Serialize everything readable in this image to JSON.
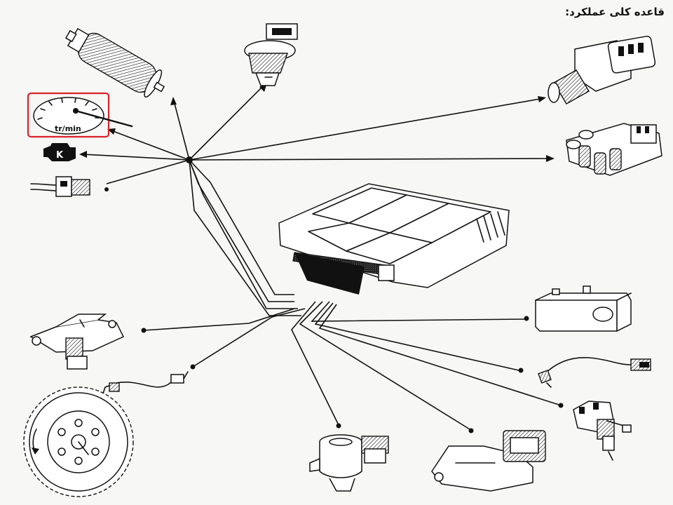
{
  "title": "قاعده کلی عملکرد:",
  "gauge": {
    "unit_label": "tr/min",
    "needle_level": 0.45
  },
  "colors": {
    "ink": "#111111",
    "paper": "#f7f7f5",
    "highlight": "#d8232a"
  },
  "icons": [
    "fuel-pump-icon",
    "injector-icon",
    "idle-valve-icon",
    "ignition-coil-icon",
    "tachometer-icon",
    "engine-warning-icon",
    "connector-icon",
    "ecu-icon",
    "battery-icon",
    "oxygen-sensor-icon",
    "temperature-sensor-icon",
    "throttle-sensor-icon",
    "map-sensor-icon",
    "knock-sensor-icon",
    "speed-sensor-icon",
    "flywheel-icon"
  ]
}
